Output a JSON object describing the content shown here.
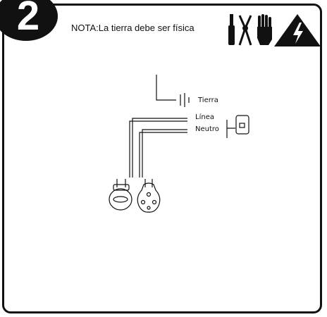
{
  "step": {
    "number": "2"
  },
  "note": {
    "text": "NOTA:La tierra debe ser física"
  },
  "icons": [
    "screwdriver-icon",
    "pliers-icon",
    "glove-icon",
    "high-voltage-warning-icon"
  ],
  "diagram": {
    "tierra_label": "Tierra",
    "linea_label": "Línea",
    "neutro_label": "Neutro"
  }
}
